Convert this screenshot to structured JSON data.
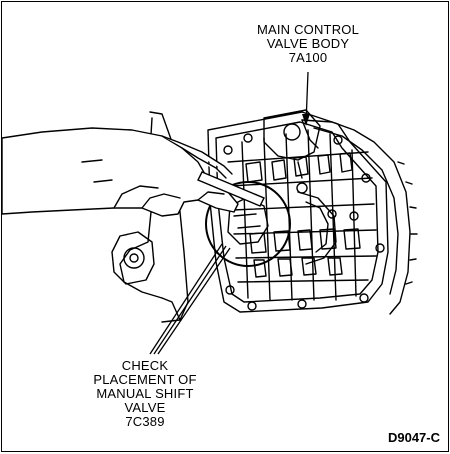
{
  "callouts": {
    "main_body": [
      "MAIN CONTROL",
      "VALVE BODY",
      "7A100"
    ],
    "manual_valve": [
      "CHECK",
      "PLACEMENT OF",
      "MANUAL SHIFT",
      "VALVE",
      "7C389"
    ]
  },
  "figure_code": "D9047-C"
}
